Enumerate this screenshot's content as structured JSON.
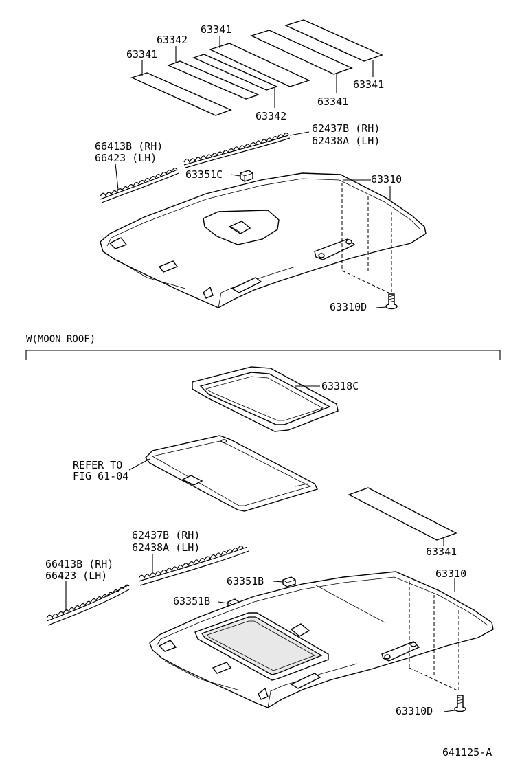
{
  "labels": {
    "top_63341_a": "63341",
    "top_63342_a": "63342",
    "top_63341_b": "63341",
    "top_63341_c": "63341",
    "top_63341_d": "63341",
    "top_63342_b": "63342",
    "top_62437b": "62437B (RH)",
    "top_62438a": "62438A (LH)",
    "top_66413b": "66413B (RH)",
    "top_66423": "66423  (LH)",
    "top_63351c": "63351C",
    "top_63310": "63310",
    "top_63310d": "63310D",
    "section_title": "W(MOON ROOF)",
    "bot_63318c": "63318C",
    "bot_refer_1": "REFER TO",
    "bot_refer_2": "FIG 61-04",
    "bot_63341": "63341",
    "bot_62437b": "62437B (RH)",
    "bot_62438a": "62438A (LH)",
    "bot_66413b": "66413B (RH)",
    "bot_66423": "66423  (LH)",
    "bot_63351b_a": "63351B",
    "bot_63351b_b": "63351B",
    "bot_63310": "63310",
    "bot_63310d": "63310D",
    "figure_code": "641125-A"
  }
}
